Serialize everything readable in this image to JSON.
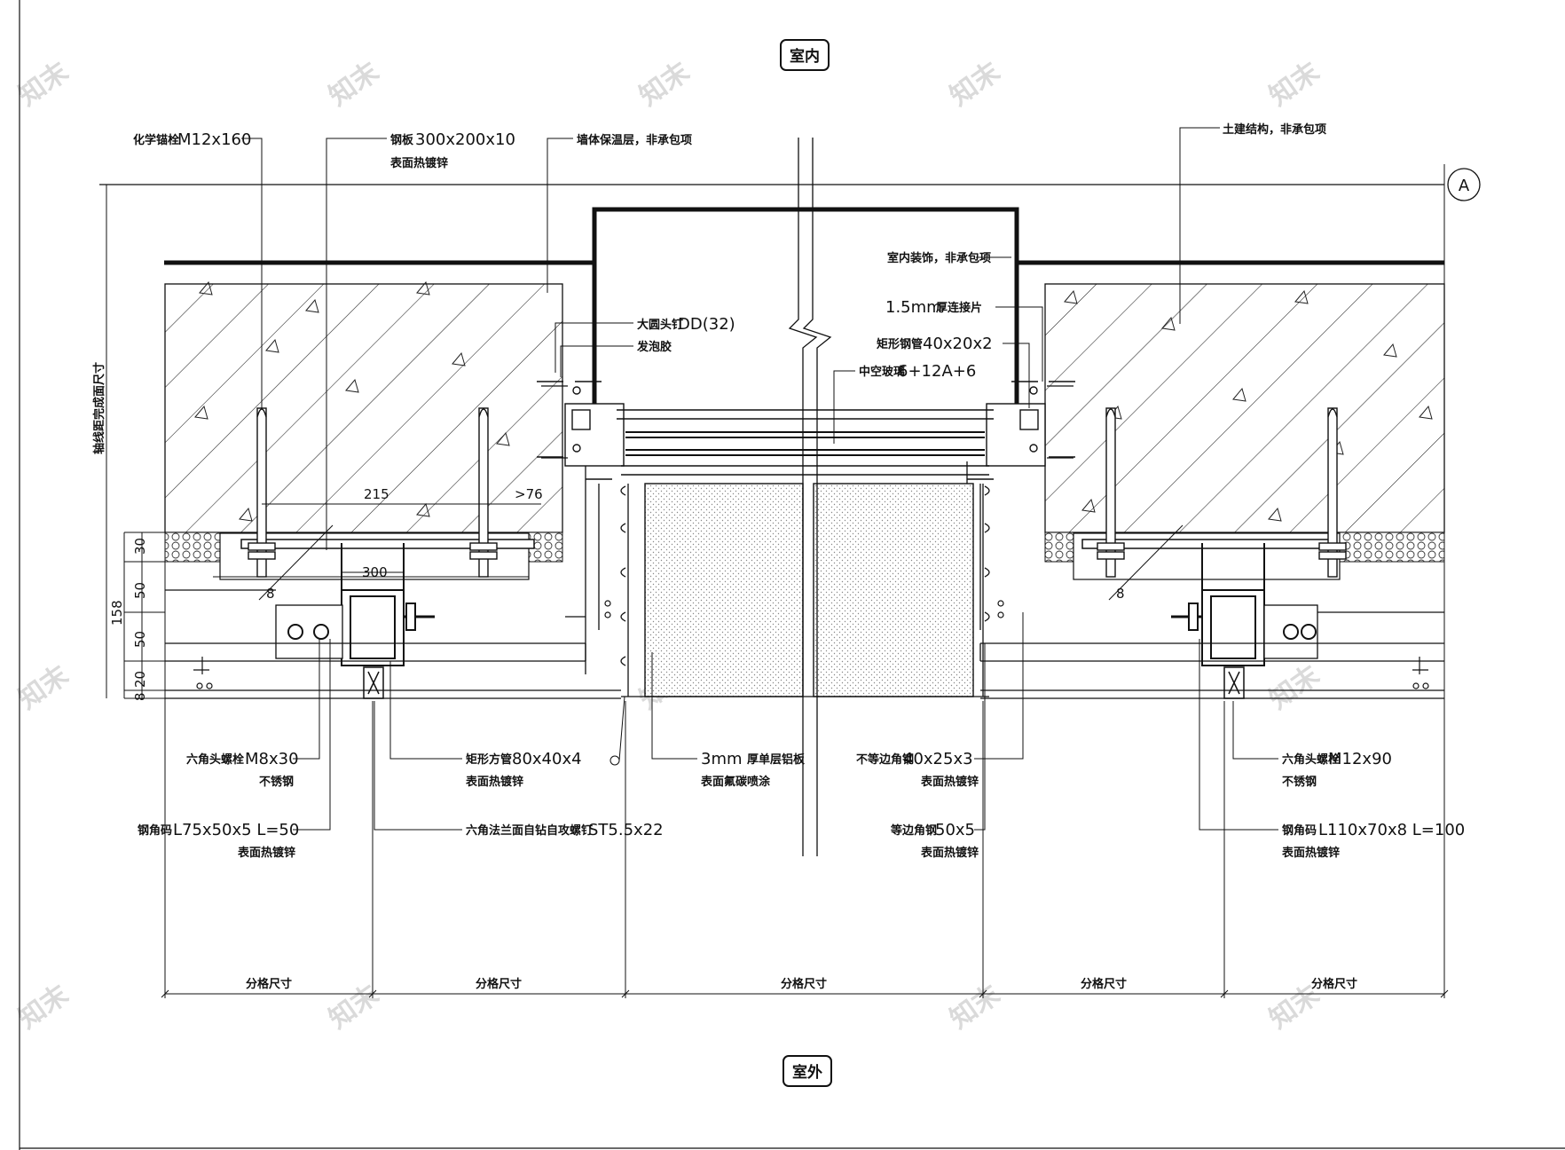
{
  "labels": {
    "indoor": "室内",
    "outdoor": "室外",
    "axis": "A",
    "axis_dim": "轴线距完成面尺寸"
  },
  "callouts": {
    "anchor_pre": "化学锚栓",
    "anchor_val": "M12x160",
    "plate_pre": "钢板",
    "plate_val": "300x200x10",
    "plate_finish": "表面热镀锌",
    "insulation": "墙体保温层，非承包项",
    "civil": "土建结构，非承包项",
    "interior_finish": "室内装饰，非承包项",
    "rivet_pre": "大圆头钉",
    "rivet_val": "DD(32)",
    "foam": "发泡胶",
    "connector_val": "1.5mm",
    "connector_post": "厚连接片",
    "tube_small_pre": "矩形钢管",
    "tube_small_val": "40x20x2",
    "glass_pre": "中空玻璃",
    "glass_val": "6+12A+6",
    "bolt_m8_pre": "六角头螺栓",
    "bolt_m8_val": "M8x30",
    "stainless_1": "不锈钢",
    "tube_pre": "矩形方管",
    "tube_val": "80x40x4",
    "tube_finish": "表面热镀锌",
    "alu_val": "3mm",
    "alu_post": "厚单层铝板",
    "alu_finish": "表面氟碳喷涂",
    "ua_pre": "不等边角钢",
    "ua_val": "40x25x3",
    "ua_finish": "表面热镀锌",
    "bolt_m12_pre": "六角头螺栓",
    "bolt_m12_val": "M12x90",
    "stainless_2": "不锈钢",
    "angle_l75_pre": "钢角码",
    "angle_l75_val": "L75x50x5 L=50",
    "angle_l75_finish": "表面热镀锌",
    "screw_pre": "六角法兰面自钻自攻螺钉",
    "screw_val": "ST5.5x22",
    "ea_pre": "等边角钢",
    "ea_val": "50x5",
    "ea_finish": "表面热镀锌",
    "angle_l110_pre": "钢角码",
    "angle_l110_val": "L110x70x8 L=100",
    "angle_l110_finish": "表面热镀锌"
  },
  "dims": {
    "d215": "215",
    "d76": ">76",
    "d300": "300",
    "weld_l": "8",
    "weld_r": "8",
    "v30": "30",
    "v50a": "50",
    "v50b": "50",
    "v158": "158",
    "v20": "20",
    "v8": "8",
    "grid": [
      "分格尺寸",
      "分格尺寸",
      "分格尺寸",
      "分格尺寸",
      "分格尺寸"
    ]
  },
  "watermark": "知末"
}
